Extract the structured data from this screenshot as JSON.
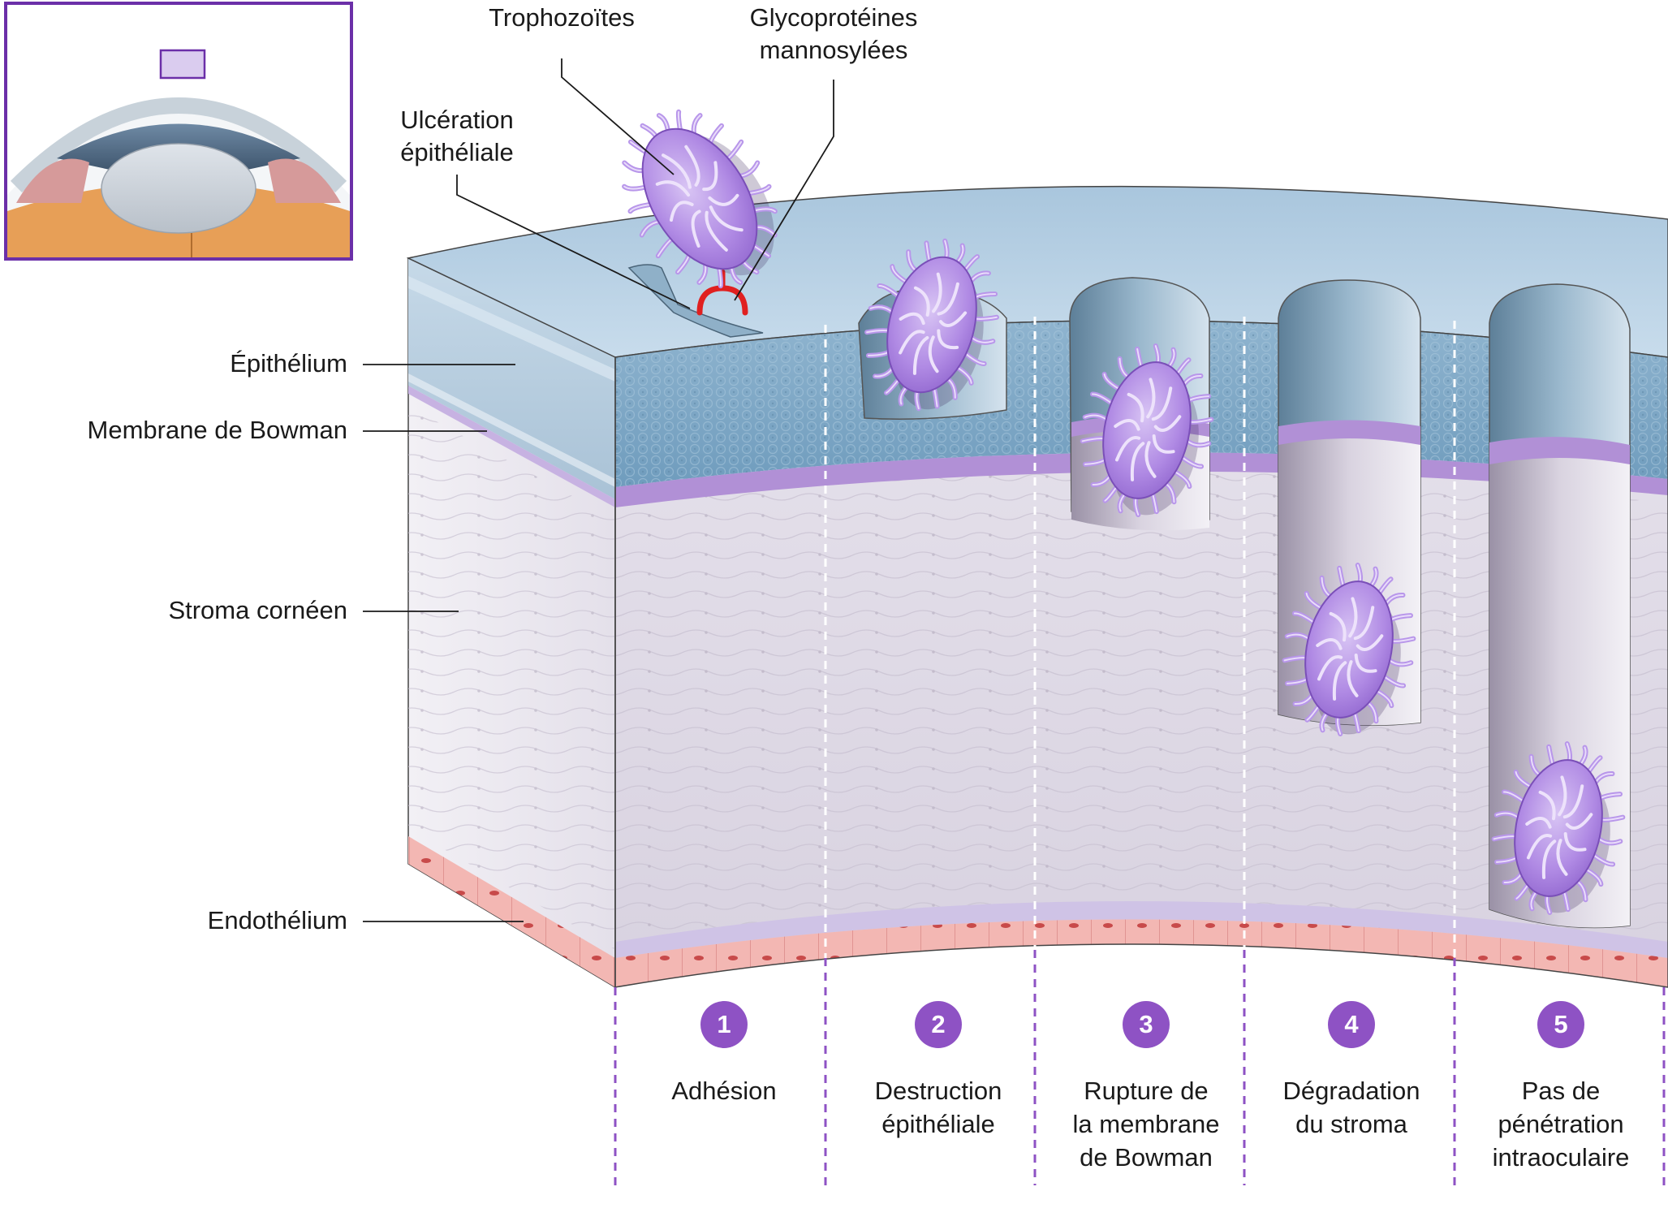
{
  "labels": {
    "trophozoites": "Trophozoïtes",
    "glyco_line1": "Glycoprotéines",
    "glyco_line2": "mannosylées",
    "ulceration_line1": "Ulcération",
    "ulceration_line2": "épithéliale",
    "epithelium": "Épithélium",
    "bowman": "Membrane de Bowman",
    "stroma": "Stroma cornéen",
    "endothelium": "Endothélium"
  },
  "steps": [
    {
      "number": "1",
      "label": "Adhésion"
    },
    {
      "number": "2",
      "label": "Destruction\népithéliale"
    },
    {
      "number": "3",
      "label": "Rupture de\nla membrane\nde Bowman"
    },
    {
      "number": "4",
      "label": "Dégradation\ndu stroma"
    },
    {
      "number": "5",
      "label": "Pas de\npénétration\nintraoculaire"
    }
  ],
  "colors": {
    "epithelium": "#7fa8c4",
    "epithelium_top": "#b7d0e3",
    "bowman": "#b190d6",
    "stroma": "#e2dde8",
    "endothelium": "#f0a8a8",
    "organism": "#b18ae6",
    "accent": "#8e52c4",
    "receptor": "#e02020",
    "inset_frame": "#6b2fa8"
  }
}
